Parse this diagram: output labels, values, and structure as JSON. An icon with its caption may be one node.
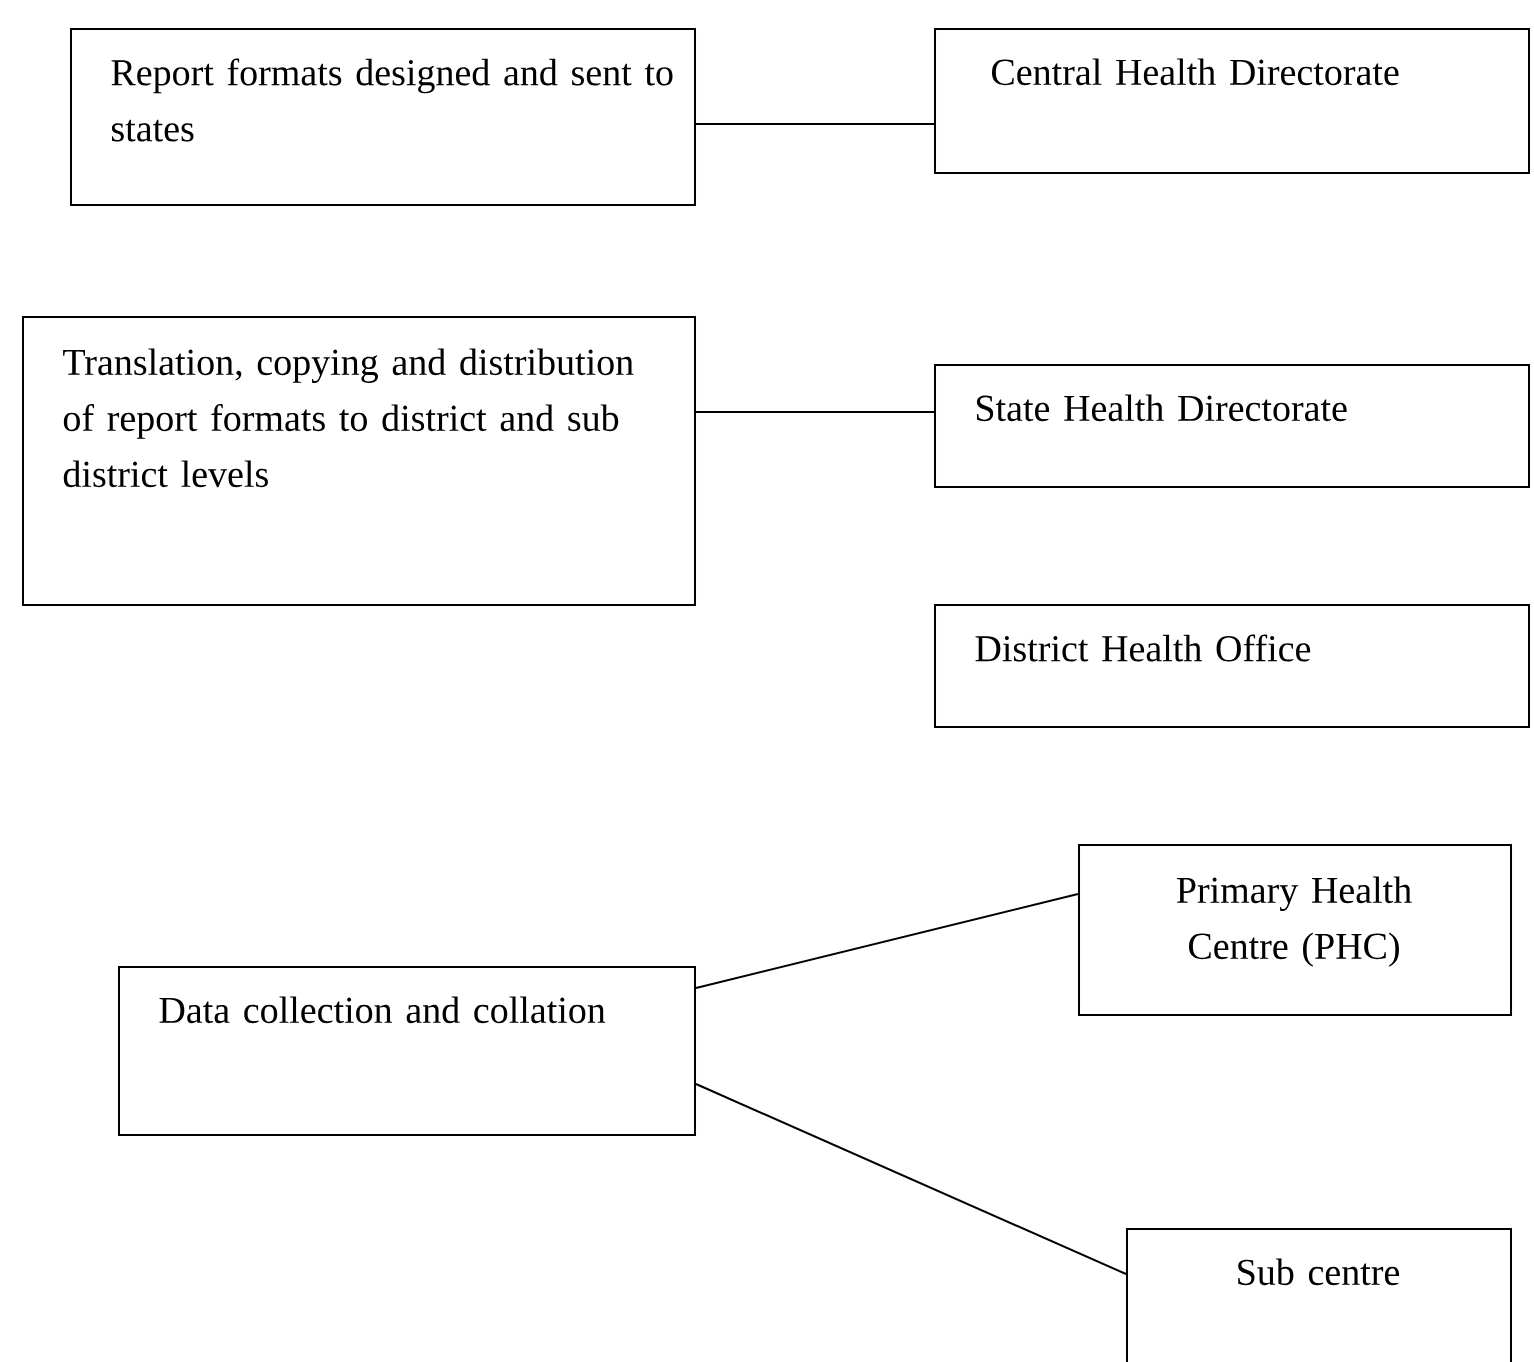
{
  "diagram": {
    "nodes": [
      {
        "text": [
          "Report formats designed and sent to states"
        ]
      },
      {
        "text": [
          "Central Health Directorate"
        ]
      },
      {
        "text": [
          "Translation, copying and distribution of report formats to district and sub district levels"
        ]
      },
      {
        "text": [
          "State Health Directorate"
        ]
      },
      {
        "text": [
          "District Health Office"
        ]
      },
      {
        "text": [
          "Primary Health Centre (PHC)"
        ]
      },
      {
        "text": [
          "Data collection and collation"
        ]
      },
      {
        "text": [
          "Sub centre"
        ]
      }
    ],
    "edges": [
      {
        "from": 0,
        "to": 1,
        "arrow": "none"
      },
      {
        "from": 2,
        "to": 3,
        "arrow": "none"
      },
      {
        "from": 6,
        "to": 5,
        "arrow": "none"
      },
      {
        "from": 6,
        "to": 7,
        "arrow": "none"
      }
    ]
  }
}
